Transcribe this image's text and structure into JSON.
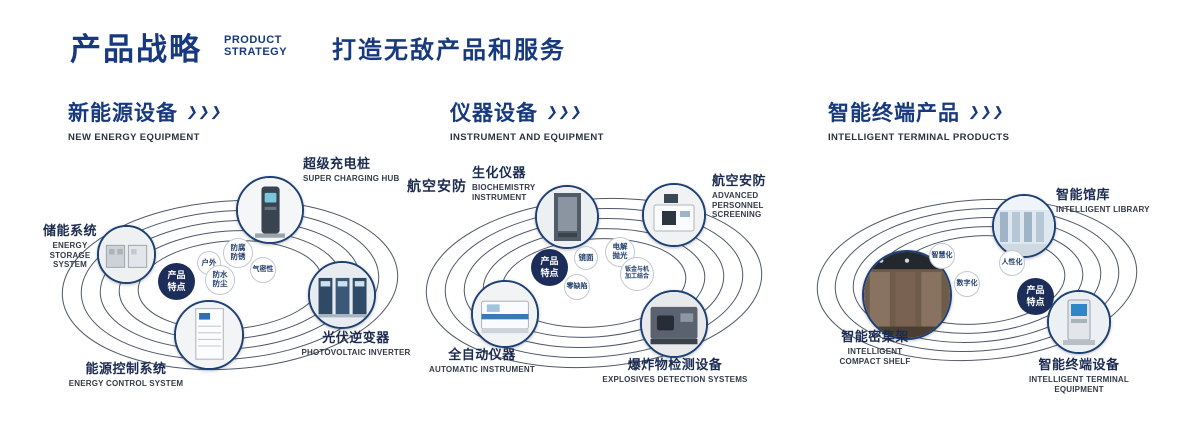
{
  "colors": {
    "navy": "#17397d",
    "badge_navy": "#1c2d5a"
  },
  "header": {
    "title": "产品战略",
    "subtitle_lines": [
      "PRODUCT",
      "STRATEGY"
    ],
    "tagline": "打造无敌产品和服务"
  },
  "arrows_icon": "❯❯❯",
  "sections": [
    {
      "title": "新能源设备",
      "subtitle": "NEW ENERGY EQUIPMENT",
      "center_badge": "产品特点",
      "features": [
        "户外",
        "防腐防锈",
        "防水防尘",
        "气密性"
      ],
      "products": [
        {
          "name": "储能系统",
          "en": "ENERGY STORAGE SYSTEM"
        },
        {
          "name": "超级充电桩",
          "en": "SUPER CHARGING HUB"
        },
        {
          "name": "光伏逆变器",
          "en": "PHOTOVOLTAIC INVERTER"
        },
        {
          "name": "能源控制系统",
          "en": "ENERGY CONTROL SYSTEM"
        }
      ]
    },
    {
      "title": "仪器设备",
      "subtitle": "INSTRUMENT AND EQUIPMENT",
      "center_badge": "产品特点",
      "side_label": "航空安防",
      "features": [
        "镜面",
        "电解抛光",
        "零缺陷",
        "钣金与机加工结合"
      ],
      "products": [
        {
          "name": "生化仪器",
          "en": "BIOCHEMISTRY INSTRUMENT"
        },
        {
          "name": "航空安防",
          "en": "ADVANCED PERSONNEL SCREENING"
        },
        {
          "name": "全自动仪器",
          "en": "AUTOMATIC INSTRUMENT"
        },
        {
          "name": "爆炸物检测设备",
          "en": "EXPLOSIVES DETECTION SYSTEMS"
        }
      ]
    },
    {
      "title": "智能终端产品",
      "subtitle": "INTELLIGENT TERMINAL PRODUCTS",
      "center_badge": "产品特点",
      "features": [
        "智慧化",
        "人性化",
        "数字化"
      ],
      "products": [
        {
          "name": "智能馆库",
          "en": "INTELLIGENT LIBRARY"
        },
        {
          "name": "智能密集架",
          "en": "INTELLIGENT COMPACT SHELF"
        },
        {
          "name": "智能终端设备",
          "en": "INTELLIGENT TERMINAL EQUIPMENT"
        }
      ]
    }
  ]
}
